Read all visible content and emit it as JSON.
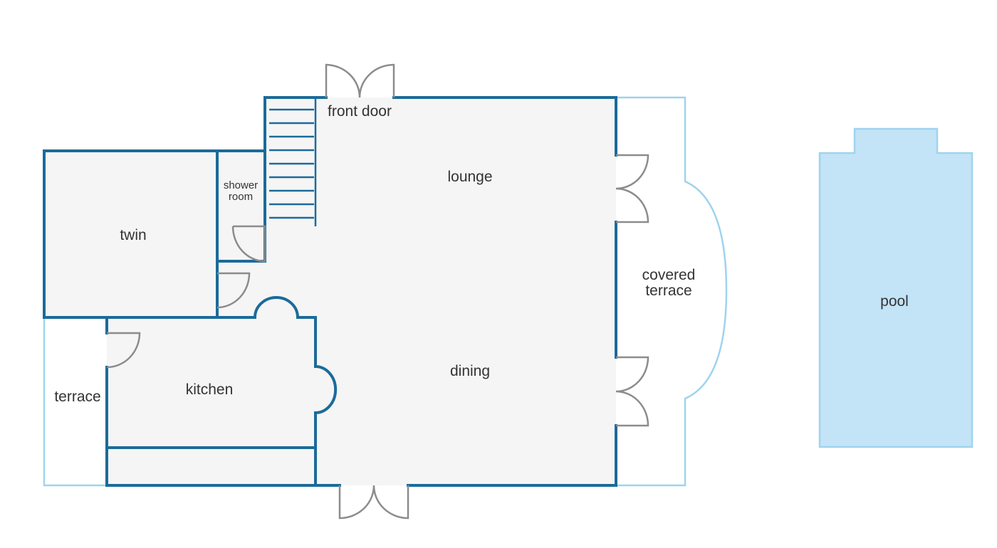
{
  "plan": {
    "colors": {
      "wall": "#1b6b9a",
      "light_outline": "#9fd3ef",
      "floor": "#f5f5f5",
      "pool_fill": "#c3e3f6",
      "door": "#8c8c8c",
      "label": "#333333"
    },
    "rooms": {
      "front_door": "front door",
      "lounge": "lounge",
      "shower_room_1": "shower",
      "shower_room_2": "room",
      "twin": "twin",
      "covered_terrace_1": "covered",
      "covered_terrace_2": "terrace",
      "pool": "pool",
      "dining": "dining",
      "kitchen": "kitchen",
      "terrace": "terrace"
    }
  }
}
